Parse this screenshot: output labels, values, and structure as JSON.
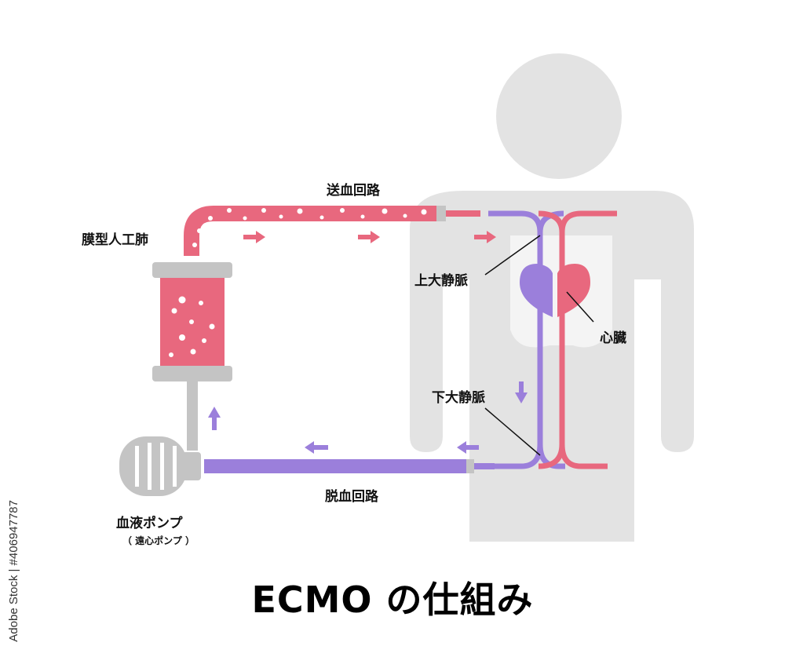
{
  "title": "ECMO の仕組み",
  "labels": {
    "supply_circuit": "送血回路",
    "drain_circuit": "脱血回路",
    "oxygenator": "膜型人工肺",
    "svc": "上大静脈",
    "ivc": "下大静脈",
    "heart": "心臓",
    "pump": "血液ポンプ",
    "pump_sub": "（ 遠心ポンプ ）"
  },
  "credit": "Adobe Stock | #406947787",
  "colors": {
    "arterial": "#e8687e",
    "venous": "#9b7fdb",
    "body": "#e3e3e3",
    "device_gray": "#c4c4c4"
  }
}
